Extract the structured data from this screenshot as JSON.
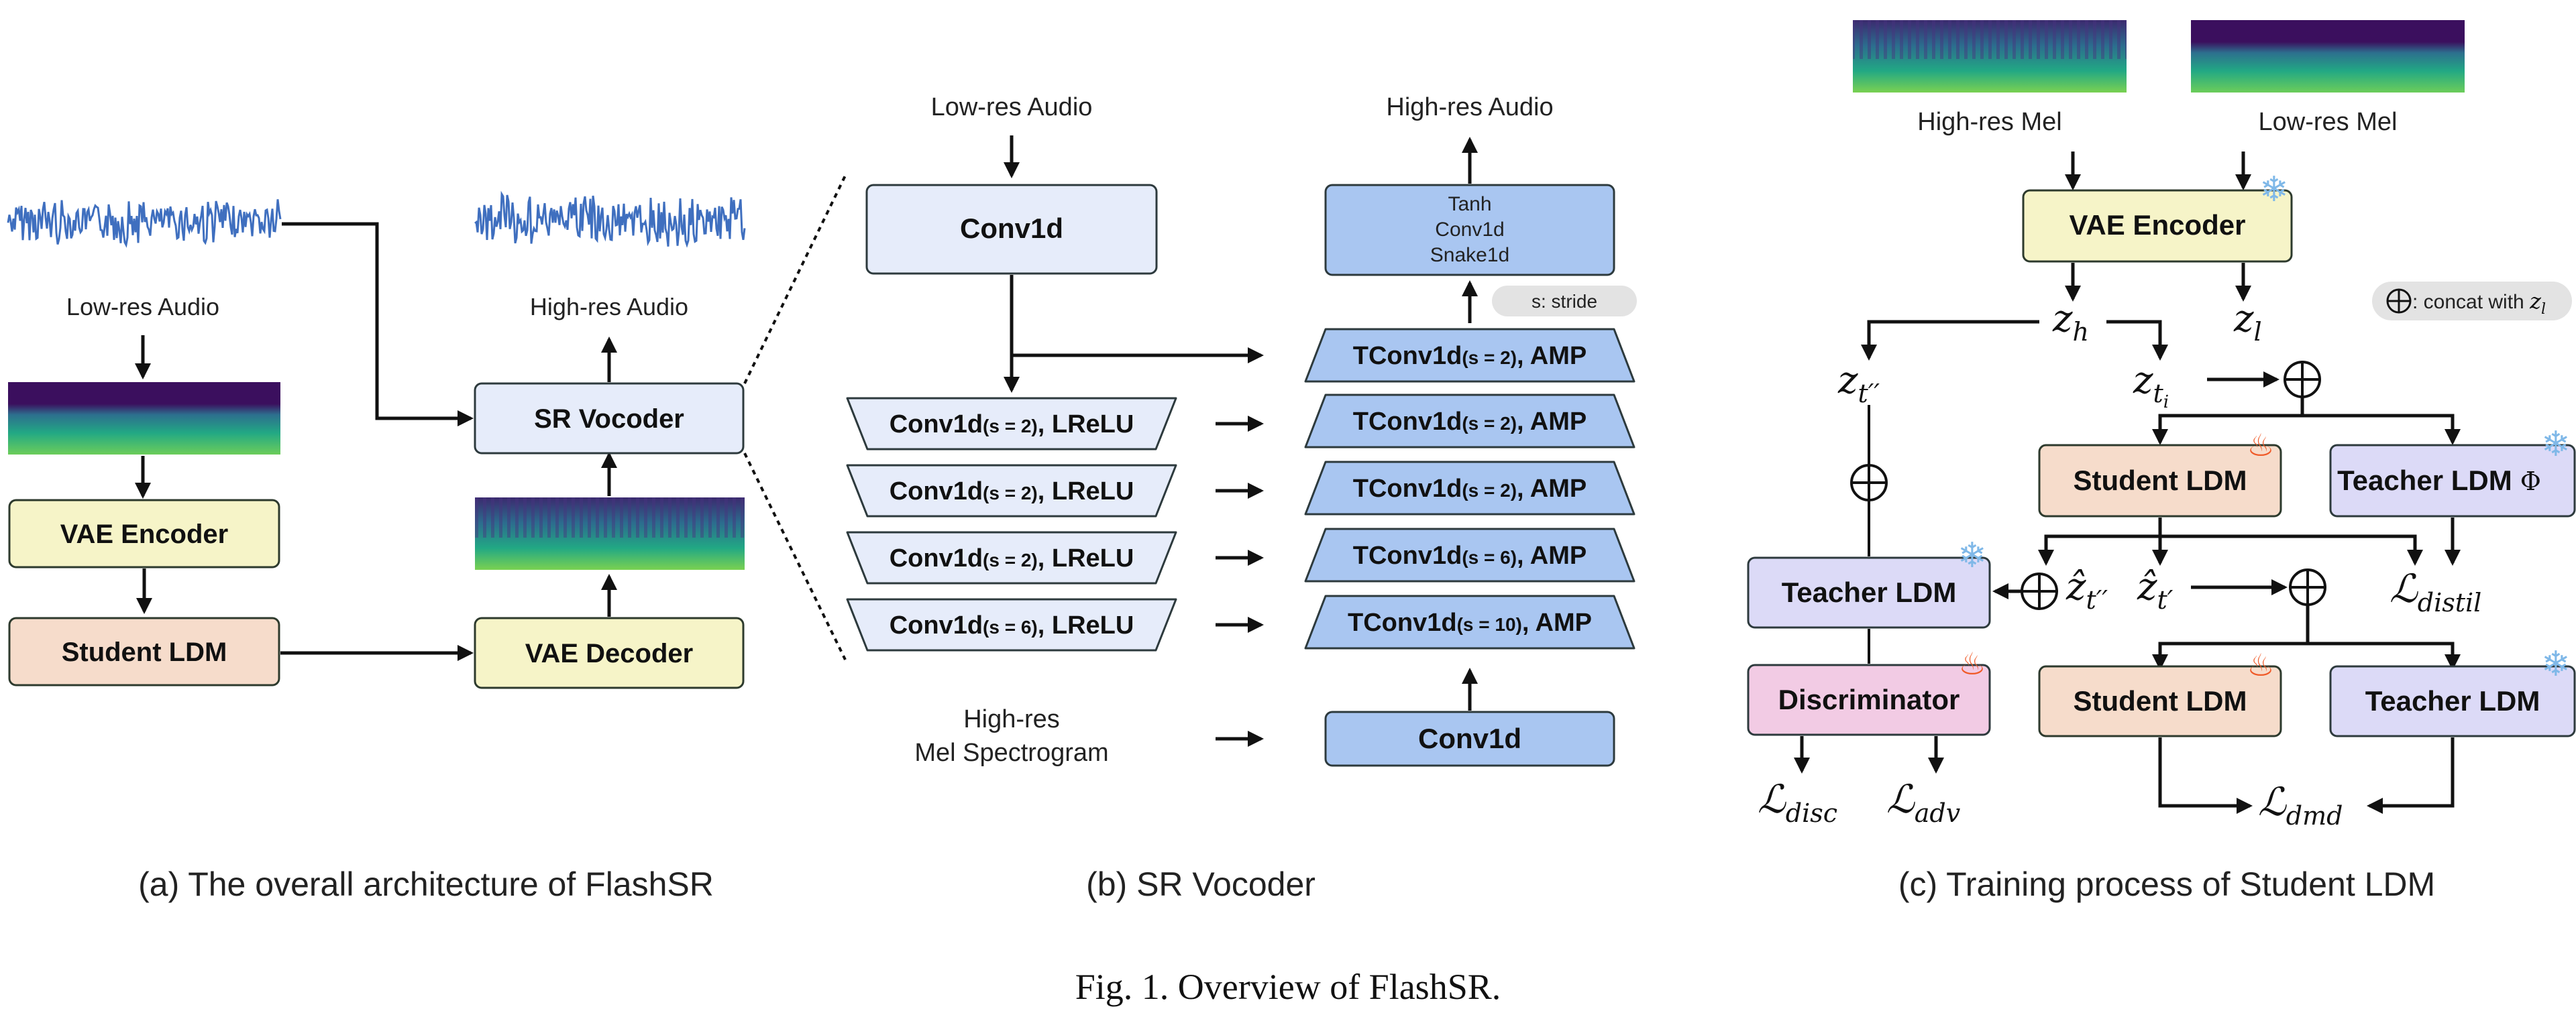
{
  "caption": "Fig. 1.  Overview of FlashSR.",
  "colors": {
    "yellow": "#f6f4c8",
    "salmon": "#f6dccb",
    "lightblue": "#e6ecfa",
    "midblue": "#a9c6f1",
    "lavender": "#dcdaf7",
    "pink": "#f2cbe4",
    "waveform": "#3f6fbf"
  },
  "panel_a": {
    "caption": "(a) The overall architecture of FlashSR",
    "lowres_label": "Low-res Audio",
    "highres_label": "High-res Audio",
    "vae_encoder": "VAE Encoder",
    "student_ldm": "Student LDM",
    "sr_vocoder": "SR Vocoder",
    "vae_decoder": "VAE Decoder"
  },
  "panel_b": {
    "caption": "(b) SR Vocoder",
    "lowres_label": "Low-res Audio",
    "highres_label": "High-res Audio",
    "conv1d": "Conv1d",
    "top_block": [
      "Tanh",
      "Conv1d",
      "Snake1d"
    ],
    "stride_note": "s: stride",
    "encoder": [
      {
        "pre": "Conv1d",
        "stride": "(s = 2)",
        "post": ", LReLU"
      },
      {
        "pre": "Conv1d",
        "stride": "(s = 2)",
        "post": ", LReLU"
      },
      {
        "pre": "Conv1d",
        "stride": "(s = 2)",
        "post": ", LReLU"
      },
      {
        "pre": "Conv1d",
        "stride": "(s = 6)",
        "post": ", LReLU"
      }
    ],
    "decoder": [
      {
        "pre": "TConv1d",
        "stride": "(s = 2)",
        "post": ", AMP"
      },
      {
        "pre": "TConv1d",
        "stride": "(s = 2)",
        "post": ", AMP"
      },
      {
        "pre": "TConv1d",
        "stride": "(s = 2)",
        "post": ", AMP"
      },
      {
        "pre": "TConv1d",
        "stride": "(s = 6)",
        "post": ", AMP"
      },
      {
        "pre": "TConv1d",
        "stride": "(s = 10)",
        "post": ", AMP"
      }
    ],
    "mel_label_1": "High-res",
    "mel_label_2": "Mel Spectrogram",
    "bottom_conv": "Conv1d"
  },
  "panel_c": {
    "caption": "(c) Training process of Student LDM",
    "highres_mel": "High-res Mel",
    "lowres_mel": "Low-res Mel",
    "vae_encoder": "VAE Encoder",
    "concat_note": ": concat with ",
    "student_ldm": "Student LDM",
    "teacher_ldm_phi": "Teacher LDM",
    "teacher_ldm": "Teacher LDM",
    "discriminator": "Discriminator",
    "math": {
      "z": "z",
      "h": "h",
      "l": "l",
      "t_dd": "t′′",
      "t_i": "t",
      "i": "i",
      "t_d": "t′",
      "zhat": "ẑ",
      "L": "ℒ",
      "distil": "distil",
      "disc": "disc",
      "adv": "adv",
      "dmd": "dmd"
    }
  }
}
